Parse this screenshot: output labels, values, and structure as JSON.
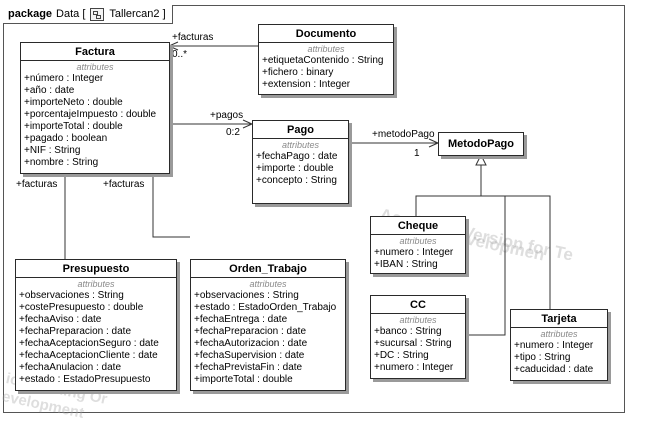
{
  "package": {
    "keyword": "package",
    "name": "Data [",
    "diagram": "Tallercan2 ]"
  },
  "classes": {
    "factura": {
      "name": "Factura",
      "stereotype": "attributes",
      "attributes": [
        "+número : Integer",
        "+año : date",
        "+importeNeto : double",
        "+porcentajeImpuesto : double",
        "+importeTotal : double",
        "+pagado : boolean",
        "+NIF : String",
        "+nombre : String"
      ]
    },
    "documento": {
      "name": "Documento",
      "stereotype": "attributes",
      "attributes": [
        "+etiquetaContenido : String",
        "+fichero : binary",
        "+extension : Integer"
      ]
    },
    "pago": {
      "name": "Pago",
      "stereotype": "attributes",
      "attributes": [
        "+fechaPago : date",
        "+importe : double",
        "+concepto : String"
      ]
    },
    "metodopago": {
      "name": "MetodoPago"
    },
    "cheque": {
      "name": "Cheque",
      "stereotype": "attributes",
      "attributes": [
        "+numero : Integer",
        "+IBAN : String"
      ]
    },
    "cc": {
      "name": "CC",
      "stereotype": "attributes",
      "attributes": [
        "+banco : String",
        "+sucursal : String",
        "+DC : String",
        "+numero : Integer"
      ]
    },
    "tarjeta": {
      "name": "Tarjeta",
      "stereotype": "attributes",
      "attributes": [
        "+numero : Integer",
        "+tipo : String",
        "+caducidad : date"
      ]
    },
    "presupuesto": {
      "name": "Presupuesto",
      "stereotype": "attributes",
      "attributes": [
        "+observaciones : String",
        "+costePresupuesto : double",
        "+fechaAviso : date",
        "+fechaPreparacion : date",
        "+fechaAceptacionSeguro : date",
        "+fechaAceptacionCliente : date",
        "+fechaAnulacion : date",
        "+estado : EstadoPresupuesto"
      ]
    },
    "orden": {
      "name": "Orden_Trabajo",
      "stereotype": "attributes",
      "attributes": [
        "+observaciones : String",
        "+estado : EstadoOrden_Trabajo",
        "+fechaEntrega : date",
        "+fechaPreparacion : date",
        "+fechaAutorizacion : date",
        "+fechaSupervision : date",
        "+fechaPrevistaFin : date",
        "+importeTotal : double"
      ]
    }
  },
  "labels": {
    "facturas_doc": "+facturas",
    "mult_doc": "0..*",
    "pagos": "+pagos",
    "mult_pagos": "0:2",
    "metodo": "+metodoPago",
    "mult_metodo": "1",
    "facturas_pres": "+facturas",
    "facturas_ord": "+facturas"
  },
  "watermark": {
    "line1": "Academic Version for Te",
    "line2": "cial Developmen",
    "line3": "ing Only",
    "line4": "ic Teaching Or",
    "line5": "evelopment"
  }
}
